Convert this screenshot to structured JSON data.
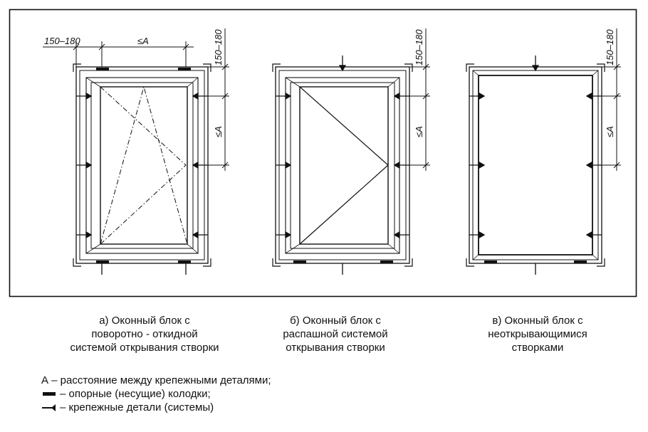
{
  "dimension_labels": {
    "offset": "150–180",
    "spacing": "≤A"
  },
  "captions": {
    "a": [
      "а) Оконный блок с",
      "поворотно - откидной",
      "системой открывания створки"
    ],
    "b": [
      "б) Оконный блок с",
      "распашной системой",
      "открывания створки"
    ],
    "c": [
      "в) Оконный блок с",
      "неоткрывающимися",
      "створками"
    ]
  },
  "legend": {
    "a_definition": "А – расстояние между крепежными деталями;",
    "support_pads": "– опорные (несущие) колодки;",
    "fasteners": "– крепежные детали (системы)"
  }
}
